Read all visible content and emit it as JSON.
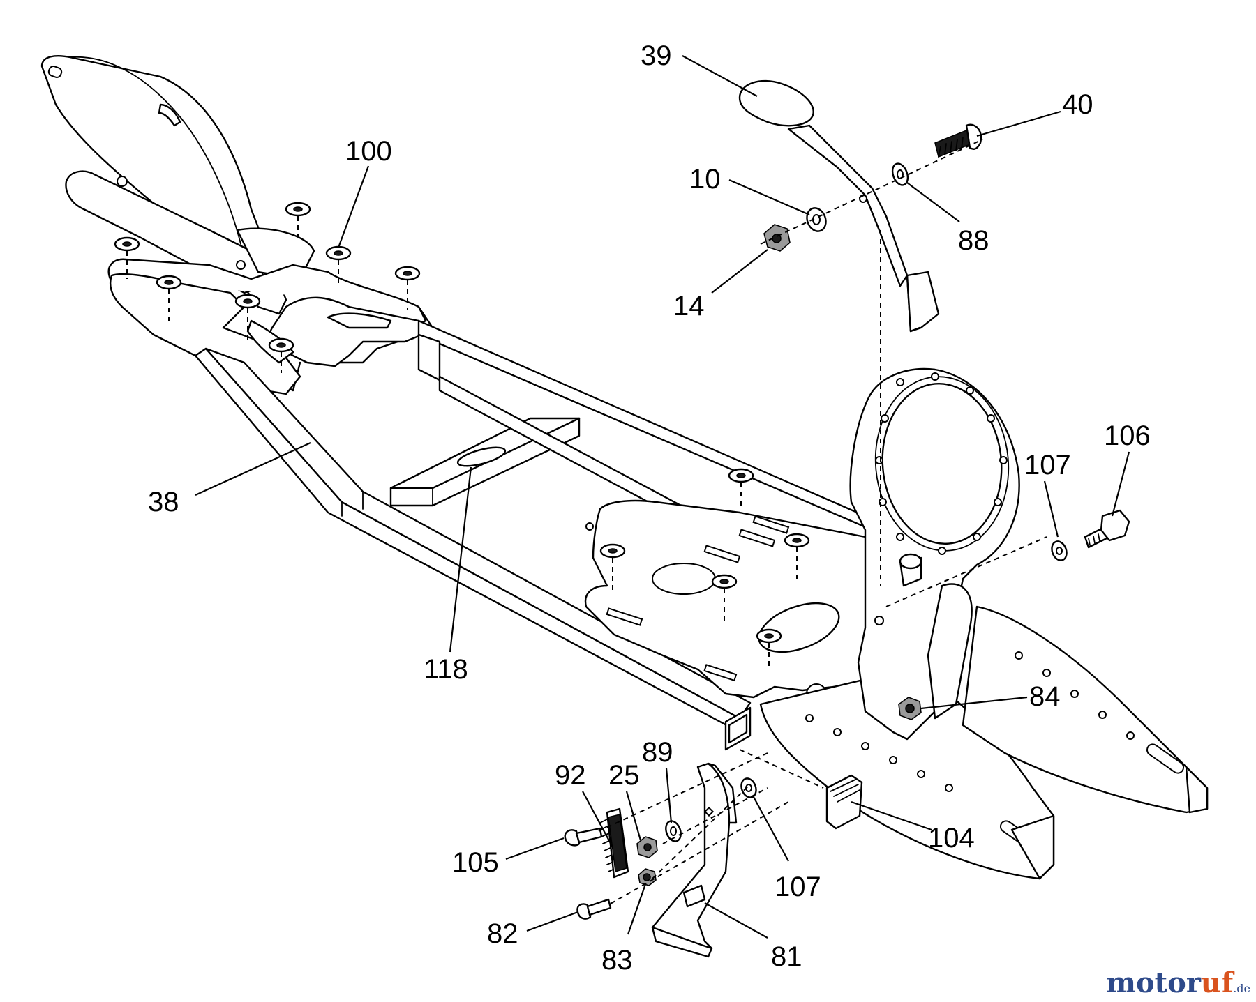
{
  "diagram": {
    "callouts": {
      "c39": "39",
      "c40": "40",
      "c10": "10",
      "c88": "88",
      "c14": "14",
      "c100": "100",
      "c38": "38",
      "c118": "118",
      "c106": "106",
      "c107a": "107",
      "c84": "84",
      "c92": "92",
      "c25": "25",
      "c89": "89",
      "c105": "105",
      "c104": "104",
      "c107b": "107",
      "c82": "82",
      "c83": "83",
      "c81": "81"
    }
  },
  "watermark": {
    "part1": "motor",
    "part2": "uf",
    "suffix": ".de"
  }
}
